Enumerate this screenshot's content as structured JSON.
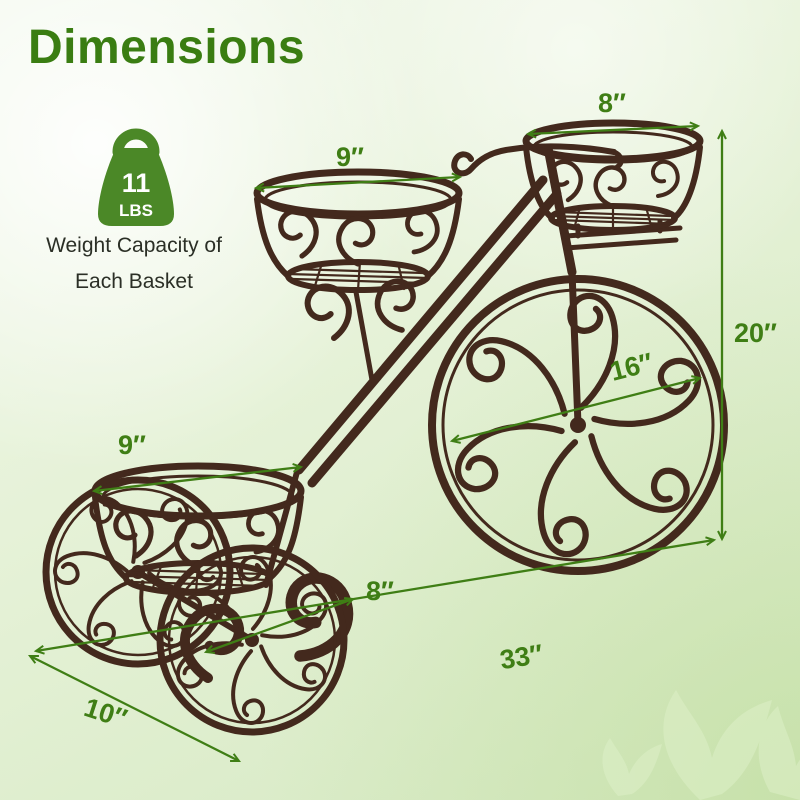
{
  "title": "Dimensions",
  "colors": {
    "title_green": "#3a7d12",
    "dim_green": "#3f7e15",
    "icon_green": "#4b8827",
    "frame_brown": "#43291d",
    "caption_dark": "#2b2f26"
  },
  "weight_badge": {
    "value": "11",
    "unit": "LBS",
    "caption_line1": "Weight Capacity of",
    "caption_line2": "Each Basket"
  },
  "dimensions": {
    "front_basket_width": "8″",
    "middle_basket_width": "9″",
    "overall_height": "20″",
    "front_wheel_diameter": "16″",
    "rear_basket_width": "9″",
    "rear_basket_depth": "8″",
    "overall_length": "33″",
    "overall_depth": "10″"
  }
}
